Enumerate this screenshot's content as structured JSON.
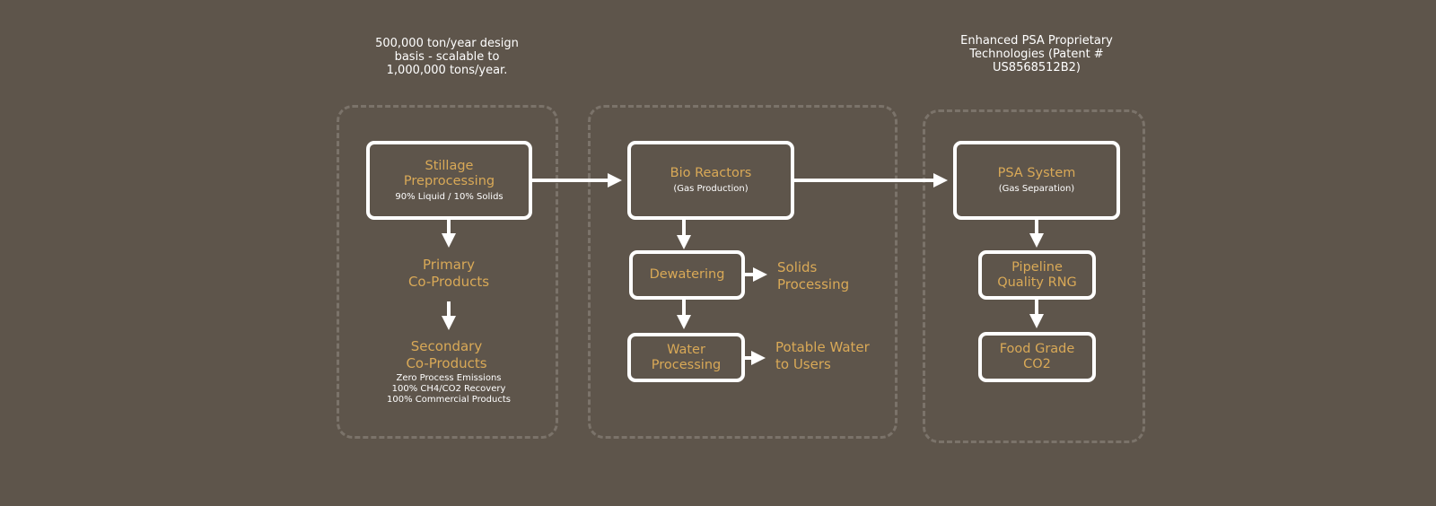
{
  "notes": {
    "design_basis": "500,000 ton/year  design\nbasis - scalable  to\n1,000,000 tons/year.",
    "psa_tech": "Enhanced PSA  Proprietary\nTechnologies (Patent #\nUS8568512B2)"
  },
  "boxes": {
    "stillage": {
      "title": "Stillage\nPreprocessing",
      "sub": "90% Liquid / 10% Solids"
    },
    "bio_reactors": {
      "title": "Bio Reactors",
      "sub": "(Gas Production)"
    },
    "psa_system": {
      "title": "PSA System",
      "sub": "(Gas Separation)"
    },
    "dewatering": {
      "title": "Dewatering"
    },
    "water_processing": {
      "title": "Water\nProcessing"
    },
    "pipeline_rng": {
      "title": "Pipeline\nQuality RNG"
    },
    "food_grade_co2": {
      "title": "Food Grade\nCO2"
    }
  },
  "labels": {
    "primary": "Primary\nCo-Products",
    "secondary": "Secondary\nCo-Products",
    "secondary_details": "Zero Process Emissions\n100% CH4/CO2 Recovery\n100% Commercial Products",
    "solids": "Solids\nProcessing",
    "potable": "Potable Water\nto Users"
  },
  "colors": {
    "background": "#5e554b",
    "accent_text": "#d9a957",
    "box_border": "#ffffff",
    "group_border": "#7b736a"
  }
}
